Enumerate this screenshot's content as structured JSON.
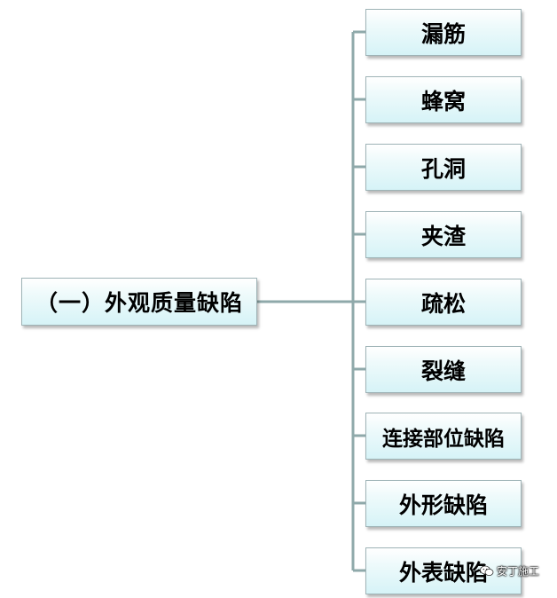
{
  "root": {
    "label": "（一）外观质量缺陷"
  },
  "children": [
    {
      "label": "漏筋"
    },
    {
      "label": "蜂窝"
    },
    {
      "label": "孔洞"
    },
    {
      "label": "夹渣"
    },
    {
      "label": "疏松"
    },
    {
      "label": "裂缝"
    },
    {
      "label": "连接部位缺陷"
    },
    {
      "label": "外形缺陷"
    },
    {
      "label": "外表缺陷"
    }
  ],
  "watermark": {
    "text": "安丁施工",
    "icon": "wechat-icon"
  },
  "colors": {
    "connector": "#8fa9aa",
    "box_border": "#9eb3b6",
    "box_fill_top": "#ffffff",
    "box_fill_bottom": "#d6f3f7"
  }
}
